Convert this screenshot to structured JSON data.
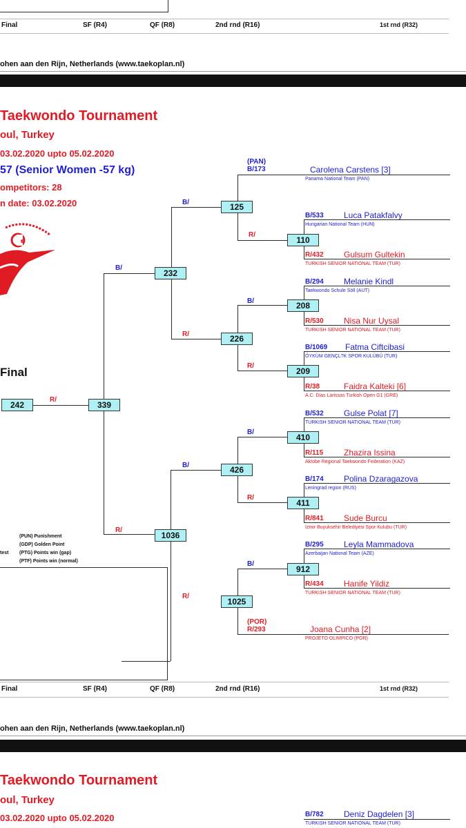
{
  "top_footer": {
    "rounds": [
      "Final",
      "SF (R4)",
      "QF (R8)",
      "2nd rnd (R16)",
      "1st rnd (R32)"
    ],
    "credit": "ohen aan den Rijn, Netherlands (www.taekoplan.nl)"
  },
  "header": {
    "title": "Taekwondo Tournament",
    "location": "oul, Turkey",
    "dates": "03.02.2020 upto 05.02.2020",
    "category": "57 (Senior Women -57 kg)",
    "competitors": "ompetitors: 28",
    "draw_date": "n date: 03.02.2020"
  },
  "final_label": "Final",
  "bouts": {
    "b242": "242",
    "b339": "339",
    "b232": "232",
    "b1036": "1036",
    "b125": "125",
    "b226": "226",
    "b426": "426",
    "b1025": "1025",
    "b110": "110",
    "b208": "208",
    "b209": "209",
    "b410": "410",
    "b411": "411",
    "b912": "912"
  },
  "corner": {
    "blue": "B/",
    "red": "R/"
  },
  "seeds": {
    "pan_country": "(PAN)",
    "pan_code": "B/173",
    "por_country": "(POR)",
    "por_code": "R/293"
  },
  "competitors": [
    {
      "code": "",
      "name": "Carolena Carstens [3]",
      "team": "Panama National Team (PAN)",
      "color": "blue"
    },
    {
      "code": "B/533",
      "name": "Luca Patakfalvy",
      "team": "Hungarian National Team (HUN)",
      "color": "blue"
    },
    {
      "code": "R/432",
      "name": "Gulsum Gultekin",
      "team": "TURKISH SENIOR NATIONAL TEAM (TUR)",
      "color": "red"
    },
    {
      "code": "B/294",
      "name": "Melanie Kindl",
      "team": "Taekwondo Schule Söll (AUT)",
      "color": "blue"
    },
    {
      "code": "R/530",
      "name": "Nisa Nur Uysal",
      "team": "TURKISH SENIOR NATIONAL TEAM (TUR)",
      "color": "red"
    },
    {
      "code": "B/1069",
      "name": "Fatma Ciftcibasi",
      "team": "ÖYKÜM GENÇL?K SPOR KULÜBÜ (TUR)",
      "color": "blue"
    },
    {
      "code": "R/38",
      "name": "Faidra Kalteki [6]",
      "team": "A.C. Dias Larissas Turkish Open G1 (GRE)",
      "color": "red"
    },
    {
      "code": "B/532",
      "name": "Gulse Polat [7]",
      "team": "TURKISH SENIOR NATIONAL TEAM (TUR)",
      "color": "blue"
    },
    {
      "code": "R/115",
      "name": "Zhazira Issina",
      "team": "Aktobe Regional Taekwondo Federation (KAZ)",
      "color": "red"
    },
    {
      "code": "B/174",
      "name": "Polina Dzaragazova",
      "team": "Leningrad region (RUS)",
      "color": "blue"
    },
    {
      "code": "R/841",
      "name": "Sude Burcu",
      "team": "Izmir Buyuksehir Belediyesi Spor Kulubu (TUR)",
      "color": "red"
    },
    {
      "code": "B/295",
      "name": "Leyla Mammadova",
      "team": "Azerbaijan National Team (AZE)",
      "color": "blue"
    },
    {
      "code": "R/434",
      "name": "Hanife Yildiz",
      "team": "TURKISH SENIOR NATIONAL TEAM (TUR)",
      "color": "red"
    },
    {
      "code": "",
      "name": "Joana Cunha [2]",
      "team": "PROJETO OLIMPICO (POR)",
      "color": "red"
    }
  ],
  "legend": {
    "pun": "(PUN) Punishment",
    "gdp": "(GDP) Golden Point",
    "ptg": "(PTG) Points win (gap)",
    "ptf": "(PTF) Points win (normal)",
    "test": "test"
  },
  "bottom_footer": {
    "rounds": [
      "Final",
      "SF (R4)",
      "QF (R8)",
      "2nd rnd (R16)",
      "1st rnd (R32)"
    ],
    "credit": "ohen aan den Rijn, Netherlands (www.taekoplan.nl)"
  },
  "next_page": {
    "title": "Taekwondo Tournament",
    "location": "oul, Turkey",
    "dates": "03.02.2020 upto 05.02.2020",
    "competitor_code": "B/782",
    "competitor_name": "Deniz Dagdelen [3]",
    "competitor_team": "TURKISH SENIOR NATIONAL TEAM (TUR)"
  },
  "colors": {
    "blue": "#1e1ed2",
    "red": "#e01b24",
    "bout_fill": "#aef0f4"
  }
}
